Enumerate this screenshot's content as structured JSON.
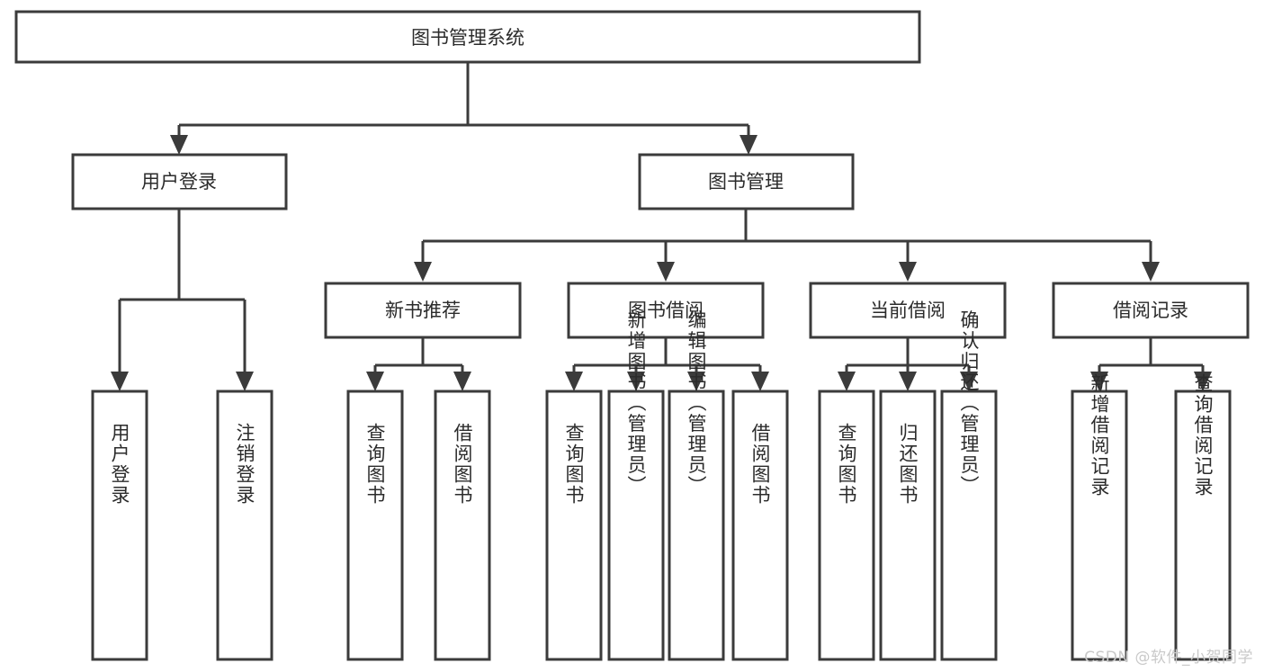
{
  "diagram": {
    "title": "图书管理系统",
    "type": "hierarchy-tree",
    "colors": {
      "box_stroke": "#3b3b3b",
      "box_fill": "#ffffff",
      "text": "#2b2b2b",
      "connector": "#3b3b3b",
      "background": "#ffffff",
      "watermark": "#c9c9c9"
    },
    "root": {
      "label": "图书管理系统"
    },
    "level1": [
      {
        "label": "用户登录"
      },
      {
        "label": "图书管理"
      }
    ],
    "level2": [
      {
        "label": "新书推荐"
      },
      {
        "label": "图书借阅"
      },
      {
        "label": "当前借阅"
      },
      {
        "label": "借阅记录"
      }
    ],
    "leaves_user_login": [
      {
        "label": "用户登录"
      },
      {
        "label": "注销登录"
      }
    ],
    "leaves_new_book": [
      {
        "label": "查询图书"
      },
      {
        "label": "借阅图书"
      }
    ],
    "leaves_borrow": [
      {
        "label": "查询图书"
      },
      {
        "label": "新增图书（管理员）"
      },
      {
        "label": "编辑图书（管理员）"
      },
      {
        "label": "借阅图书"
      }
    ],
    "leaves_current": [
      {
        "label": "查询图书"
      },
      {
        "label": "归还图书"
      },
      {
        "label": "确认归还（管理员）"
      }
    ],
    "leaves_records": [
      {
        "label": "新增借阅记录"
      },
      {
        "label": "查询借阅记录"
      }
    ]
  },
  "watermark": {
    "text": "CSDN @软件_小贺同学"
  }
}
